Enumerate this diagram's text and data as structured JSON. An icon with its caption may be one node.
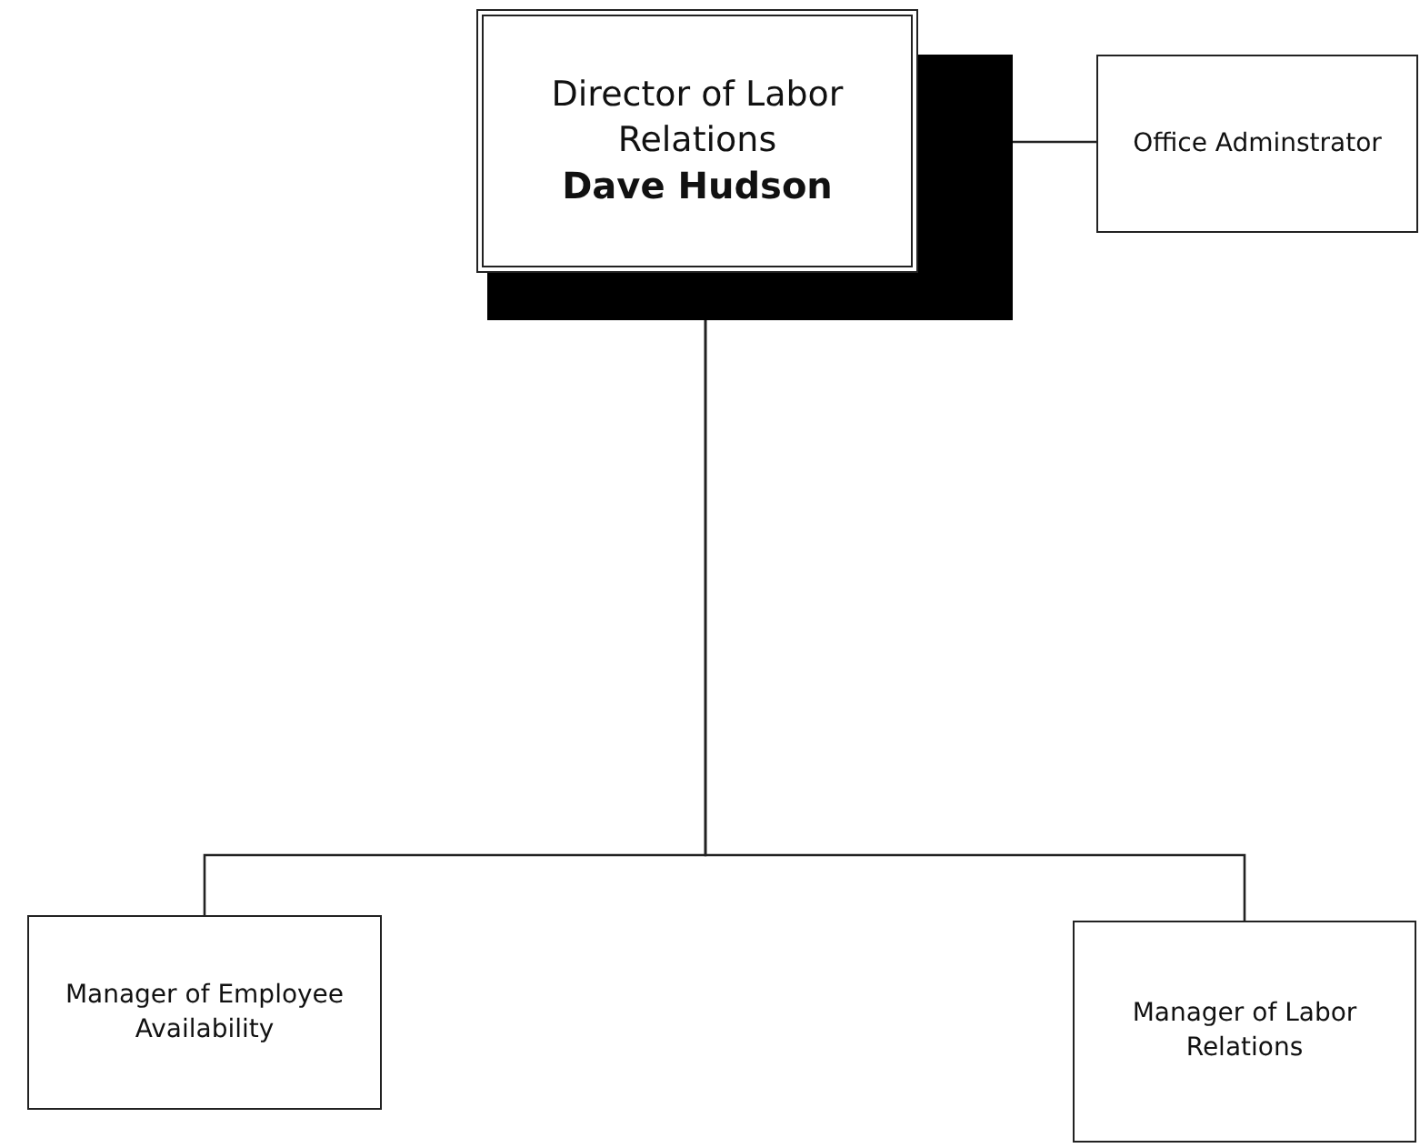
{
  "diagram": {
    "nodes": [
      {
        "text": [
          "Director of Labor Relations",
          "Dave Hudson"
        ]
      },
      {
        "text": [
          "Office Adminstrator"
        ]
      },
      {
        "text": [
          "Manager of Employee Availability"
        ]
      },
      {
        "text": [
          "Manager of Labor Relations"
        ]
      }
    ],
    "edges": [
      {
        "from": 0,
        "to": 1,
        "arrow": "none"
      },
      {
        "from": 0,
        "to": 2,
        "arrow": "none"
      },
      {
        "from": 0,
        "to": 3,
        "arrow": "none"
      }
    ]
  }
}
